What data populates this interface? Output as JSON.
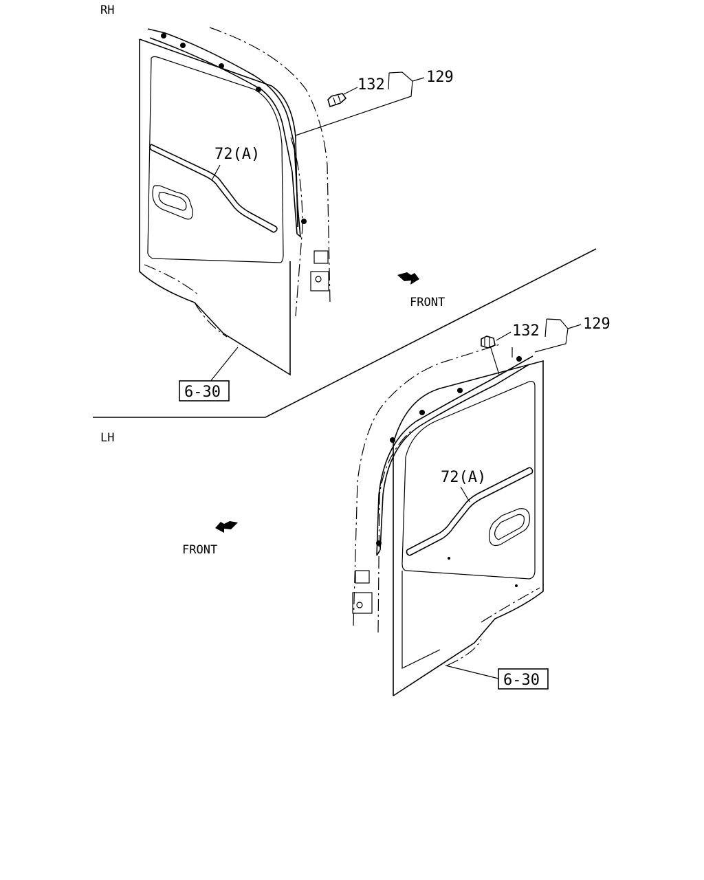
{
  "sections": {
    "rh": "RH",
    "lh": "LH"
  },
  "front_label": "FRONT",
  "callouts": {
    "moulding": "72(A)",
    "clip": "132",
    "assembly": "129"
  },
  "ref_box": "6-30"
}
